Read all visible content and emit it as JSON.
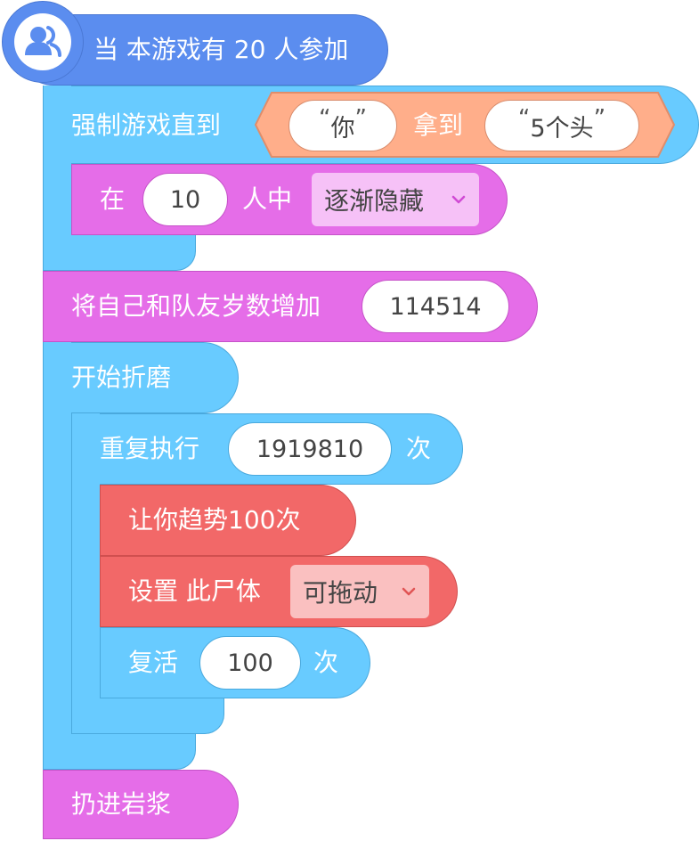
{
  "script": {
    "hat": {
      "label": "当 本游戏有 20 人参加",
      "icon": "users-icon"
    },
    "force": {
      "label": "强制游戏直到",
      "who": "你",
      "verb": "拿到",
      "item": "5个头",
      "inner": {
        "prefix": "在",
        "count": "10",
        "suffix": "人中",
        "mode": "逐渐隐藏"
      }
    },
    "age": {
      "label": "将自己和队友岁数增加",
      "value": "114514"
    },
    "torture": {
      "label": "开始折磨",
      "repeat": {
        "label": "重复执行",
        "times": "1919810",
        "unit": "次",
        "trend": "让你趋势100次",
        "set": {
          "label": "设置 此尸体",
          "mode": "可拖动"
        },
        "revive": {
          "label": "复活",
          "times": "100",
          "unit": "次"
        }
      }
    },
    "lava": {
      "label": "扔进岩浆"
    }
  },
  "colors": {
    "hat": "#5B8DEF",
    "control": "#68CBFF",
    "magenta": "#E56DE8",
    "red": "#F26868",
    "orange_boolean": "#FFAE8A"
  }
}
